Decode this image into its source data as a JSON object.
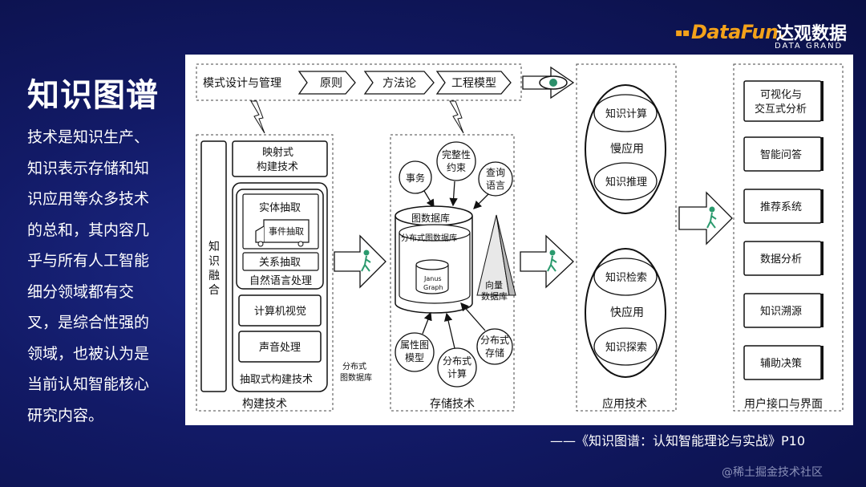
{
  "brand": {
    "logo": "DataFun.",
    "name_cn": "达观数据",
    "name_en": "DATA GRAND"
  },
  "left": {
    "title": "知识图谱",
    "lines": [
      "技术是知识生产、",
      "知识表示存储和知",
      "识应用等众多技术",
      "的总和，其内容几",
      "乎与所有人工智能",
      "细分领域都有交",
      "叉，是综合性强的",
      "领域，也被认为是",
      "当前认知智能核心",
      "研究内容。"
    ]
  },
  "diagram": {
    "top_bar": {
      "title": "模式设计与管理",
      "steps": [
        "原则",
        "方法论",
        "工程模型"
      ]
    },
    "build": {
      "label": "构建技术",
      "fusion": [
        "知",
        "识",
        "融",
        "合"
      ],
      "mapping": [
        "映射式",
        "构建技术"
      ],
      "entity": "实体抽取",
      "event": "事件抽取",
      "relation": "关系抽取",
      "nlp": "自然语言处理",
      "cv": "计算机视觉",
      "audio": "声音处理",
      "extract": "抽取式构建技术"
    },
    "dist_note": [
      "分布式",
      "图数据库"
    ],
    "storage": {
      "label": "存储技术",
      "bubbles": {
        "event": "事务",
        "integrity": [
          "完整性",
          "约束"
        ],
        "query": [
          "查询",
          "语言"
        ],
        "attr": [
          "属性图",
          "模型"
        ],
        "compute": [
          "分布式",
          "计算"
        ],
        "store": [
          "分布式",
          "存储"
        ]
      },
      "graphdb": "图数据库",
      "distdb": "分布式图数据库",
      "janus": [
        "Janus",
        "Graph"
      ],
      "vector": [
        "向量",
        "数据库"
      ]
    },
    "app": {
      "label": "应用技术",
      "slow": {
        "name": "慢应用",
        "items": [
          "知识计算",
          "知识推理"
        ]
      },
      "fast": {
        "name": "快应用",
        "items": [
          "知识检索",
          "知识探索"
        ]
      }
    },
    "ui": {
      "label": "用户接口与界面",
      "items": [
        [
          "可视化与",
          "交互式分析"
        ],
        [
          "智能问答"
        ],
        [
          "推荐系统"
        ],
        [
          "数据分析"
        ],
        [
          "知识溯源"
        ],
        [
          "辅助决策"
        ]
      ]
    }
  },
  "caption": "——《知识图谱：认知智能理论与实战》P10",
  "watermark": "@稀土掘金技术社区"
}
